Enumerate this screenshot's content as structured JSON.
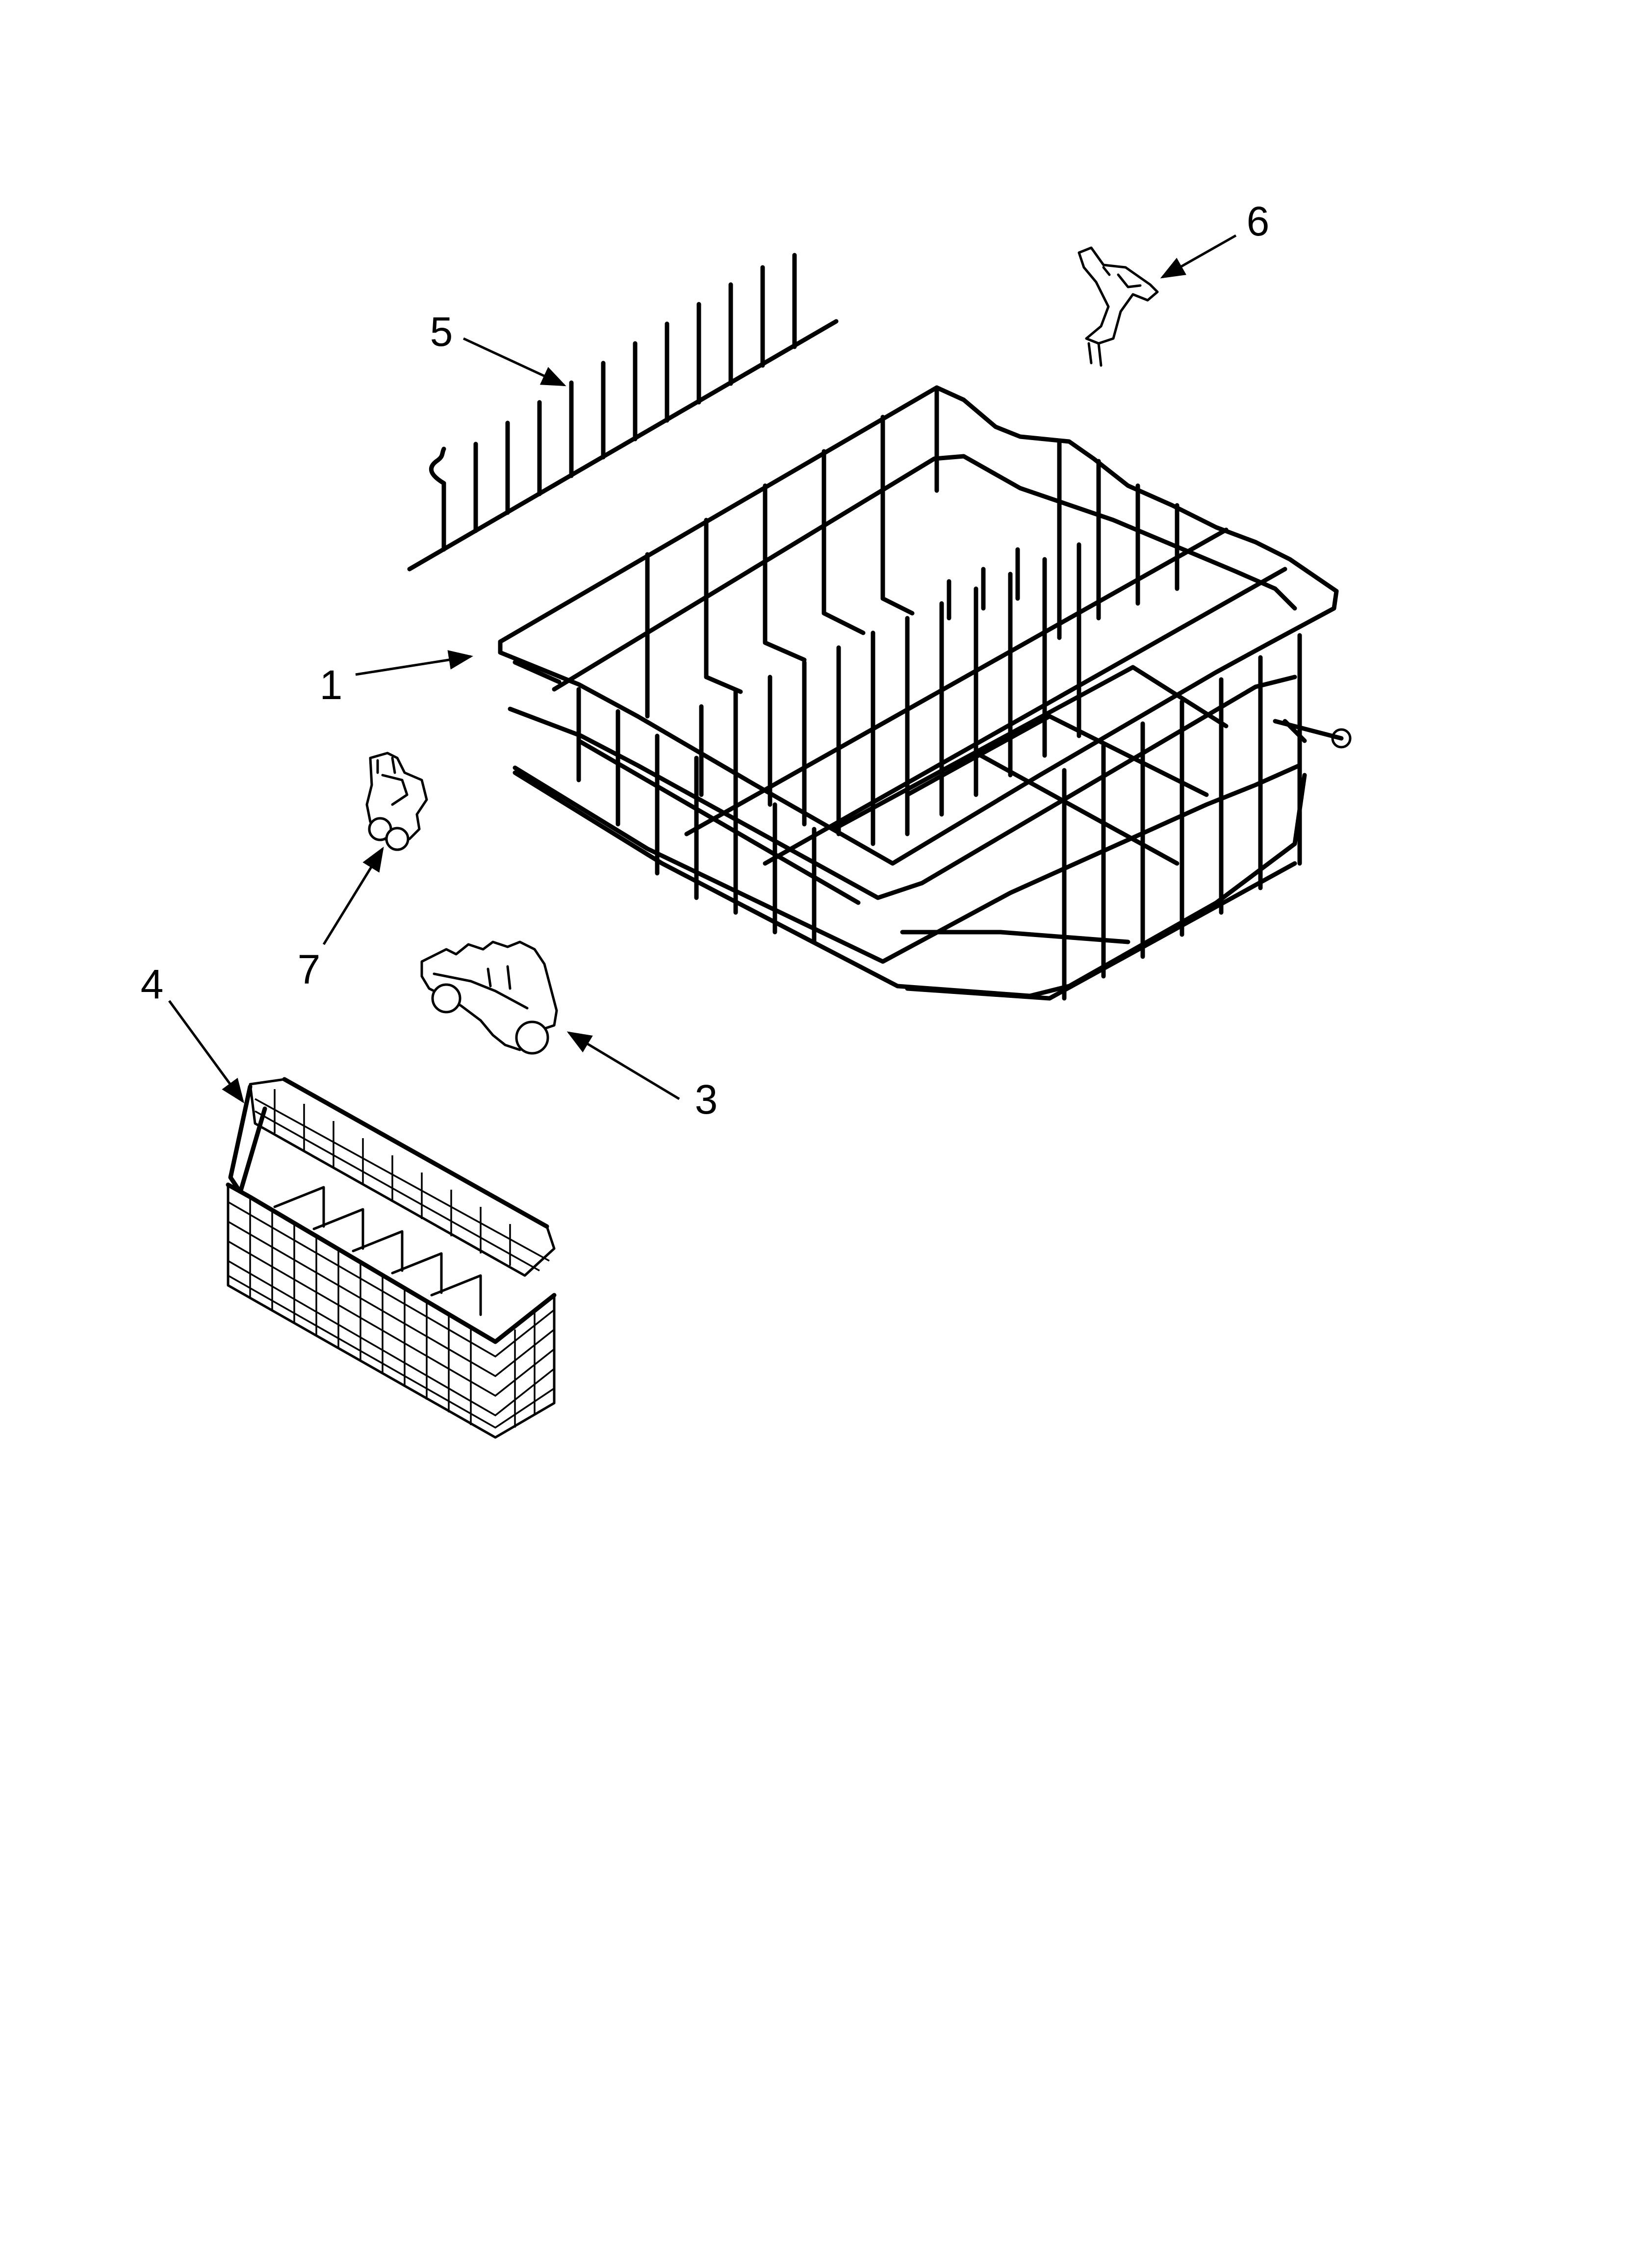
{
  "diagram": {
    "callouts": [
      {
        "id": "1",
        "label": "1"
      },
      {
        "id": "3",
        "label": "3"
      },
      {
        "id": "4",
        "label": "4"
      },
      {
        "id": "5",
        "label": "5"
      },
      {
        "id": "6",
        "label": "6"
      },
      {
        "id": "7",
        "label": "7"
      }
    ]
  }
}
